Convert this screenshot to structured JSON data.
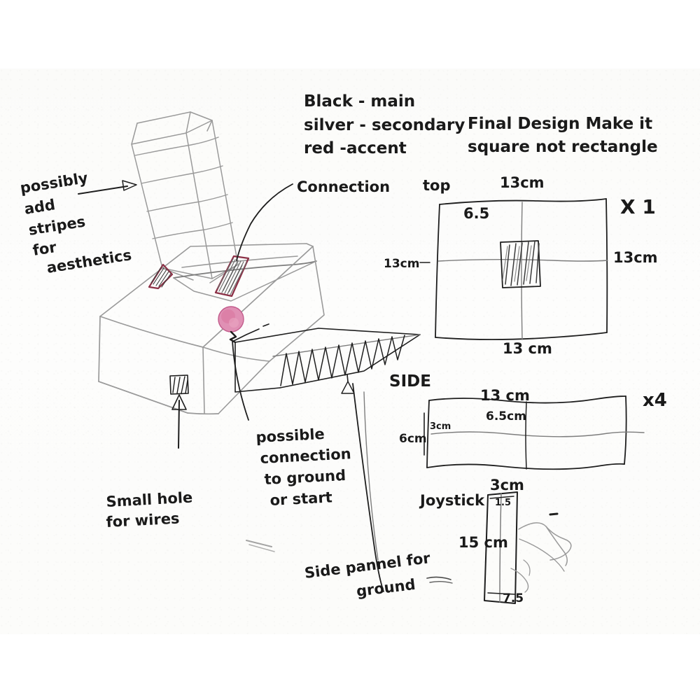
{
  "document": {
    "kind": "hand-drawn-design-sketch",
    "title": "Arcade Joystick Cabinet Design Sketch"
  },
  "colors": {
    "ink": "#1e1e1e",
    "pencil": "#9a9a9a",
    "red_accent": "#8c3147",
    "pink_button": "#d9729c",
    "pink_button_light": "#e9a6c2",
    "paper": "#fcfcfa"
  },
  "color_key": {
    "name": "color-key-note",
    "lines": [
      "Black - main",
      "silver - secondary",
      "red  -accent"
    ]
  },
  "final_design_note": {
    "name": "final-design-note",
    "lines": [
      "Final Design Make it",
      "square  not rectangle"
    ]
  },
  "annotations": {
    "stripes": {
      "lines": [
        "possibly",
        "add",
        "stripes",
        "for",
        "aesthetics"
      ]
    },
    "connection": {
      "text": "Connection"
    },
    "possible_connection": {
      "lines": [
        "possible",
        "connection",
        "to ground",
        "or start"
      ]
    },
    "small_hole": {
      "lines": [
        "Small hole",
        "for wires"
      ]
    },
    "side_panel": {
      "lines": [
        "Side pannel for",
        "ground"
      ]
    }
  },
  "views": {
    "top": {
      "label": "top",
      "quantity": "X 1",
      "dims": {
        "top": "13cm",
        "inner": "6.5",
        "left": "13cm",
        "right": "13cm",
        "bottom": "13 cm"
      }
    },
    "side": {
      "label": "SIDE",
      "quantity": "x4",
      "dims": {
        "top": "13 cm",
        "mid": "6.5cm",
        "inner_height": "3cm",
        "left": "6cm"
      }
    },
    "joystick": {
      "label": "Joystick",
      "dims": {
        "top": "3cm",
        "inner_top": "1.5",
        "left": "15 cm",
        "bottom": "7.5"
      }
    }
  }
}
